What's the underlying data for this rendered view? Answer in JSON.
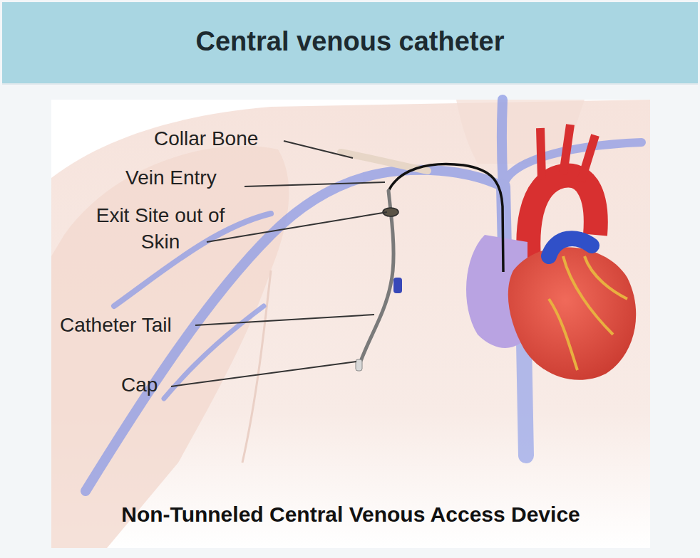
{
  "diagram": {
    "title": "Central venous catheter",
    "caption": "Non-Tunneled Central Venous Access Device",
    "labels": [
      "Collar Bone",
      "Vein Entry",
      "Exit Site out of Skin",
      "Catheter Tail",
      "Cap"
    ]
  }
}
